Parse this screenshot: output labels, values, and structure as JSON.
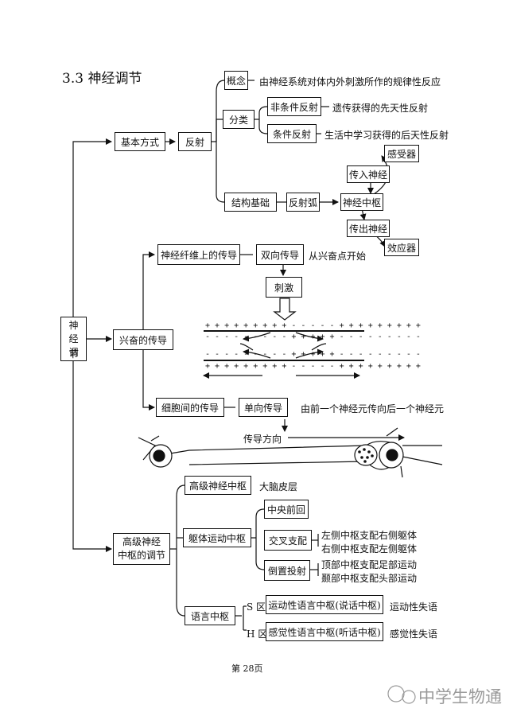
{
  "title": "3.3 神经调节",
  "root": [
    "神",
    "经",
    "调",
    "节"
  ],
  "basic": {
    "label": "基本方式",
    "reflex": "反射",
    "concept": "概念",
    "concept_desc": "由神经系统对体内外刺激所作的规律性反应",
    "classify": "分类",
    "unconditioned": "非条件反射",
    "unconditioned_desc": "遗传获得的先天性反射",
    "conditioned": "条件反射",
    "conditioned_desc": "生活中学习获得的后天性反射",
    "structure": "结构基础",
    "reflex_arc": "反射弧",
    "receptor": "感受器",
    "afferent": "传入神经",
    "center": "神经中枢",
    "efferent": "传出神经",
    "effector": "效应器"
  },
  "excitation": {
    "label": "兴奋的传导",
    "fiber": "神经纤维上的传导",
    "bidirectional": "双向传导",
    "from_point": "从兴奋点开始",
    "stimulus": "刺激",
    "membrane_top_outer": "+ + + + + + + + + - - - - - + + + + + + + + +",
    "membrane_top_inner": "- - - - - - - - - + + + + + - - - - - - - - -",
    "membrane_bot_inner": "- - - - - - - - - + + + + + - - - - - - - - -",
    "membrane_bot_outer": "+ + + + + + + + + - - - - - + + + + + + + + +",
    "between_cells": "细胞间的传导",
    "unidirectional": "单向传导",
    "uni_desc": "由前一个神经元传向后一个神经元",
    "direction": "传导方向"
  },
  "higher": {
    "label": [
      "高级神经",
      "中枢的调节"
    ],
    "center": "高级神经中枢",
    "cortex": "大脑皮层",
    "motor": "躯体运动中枢",
    "precentral": "中央前回",
    "cross": "交叉支配",
    "cross_1": "左侧中枢支配右侧躯体",
    "cross_2": "右侧中枢支配左侧躯体",
    "inverted": "倒置投射",
    "inv_1": "顶部中枢支配足部运动",
    "inv_2": "颞部中枢支配头部运动",
    "language": "语言中枢",
    "s_area": "S 区",
    "s_center": "运动性语言中枢(说话中枢)",
    "s_disorder": "运动性失语",
    "h_area": "H 区",
    "h_center": "感觉性语言中枢(听话中枢)",
    "h_disorder": "感觉性失语"
  },
  "footer": {
    "page": "第 28页",
    "watermark": "中学生物通"
  }
}
